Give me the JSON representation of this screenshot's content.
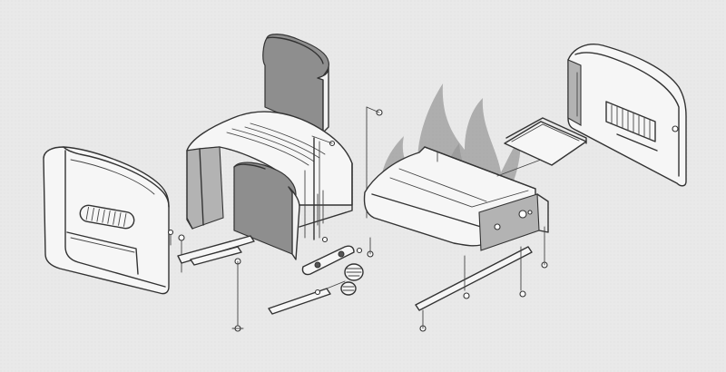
{
  "illustration": {
    "style": "exploded-view line drawing",
    "subject": "toaster",
    "colors": {
      "background": "#e9e9e9",
      "line": "#333333",
      "shading": "#8e8e8e",
      "flame": "#7d7d7d"
    },
    "parts": [
      "left-end-cover",
      "toast-slice-rear",
      "toast-slice-front",
      "toaster-body-shell",
      "lever-guide-rod",
      "control-knob",
      "base-chassis",
      "crumb-tray",
      "right-end-cover",
      "flame-graphic",
      "screws",
      "support-rails"
    ]
  }
}
